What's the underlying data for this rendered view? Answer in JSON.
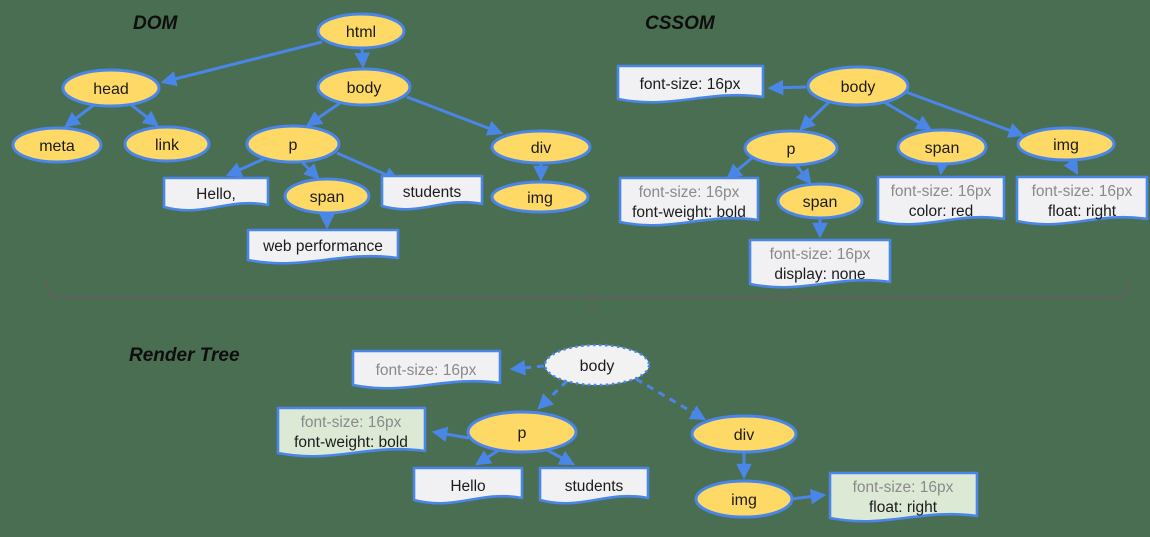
{
  "colors": {
    "background": "#4A6E52",
    "node_fill": "#FFD966",
    "node_stroke": "#4A86E8",
    "arrow": "#4A86E8",
    "box_fill": "#F1F1F3",
    "green_box_fill": "#DCEAD5",
    "render_body_fill": "#F2F2F2",
    "gray_text": "#8A8A8A",
    "black_text": "#1B1B1B",
    "bracket": "#5F5F5F"
  },
  "dom": {
    "title": "DOM",
    "nodes": {
      "html": "html",
      "head": "head",
      "body": "body",
      "meta": "meta",
      "link": "link",
      "p": "p",
      "span": "span",
      "div": "div",
      "img": "img"
    },
    "text_nodes": {
      "hello": "Hello,",
      "students": "students",
      "web_performance": "web performance"
    }
  },
  "cssom": {
    "title": "CSSOM",
    "nodes": {
      "body": "body",
      "p": "p",
      "span_in_p": "span",
      "span": "span",
      "img": "img"
    },
    "rules": {
      "body": [
        "font-size: 16px"
      ],
      "p": [
        "font-size: 16px",
        "font-weight: bold"
      ],
      "span_in_p": [
        "font-size: 16px",
        "display: none"
      ],
      "span": [
        "font-size: 16px",
        "color: red"
      ],
      "img": [
        "font-size: 16px",
        "float: right"
      ]
    }
  },
  "render": {
    "title": "Render Tree",
    "nodes": {
      "body": "body",
      "p": "p",
      "div": "div",
      "img": "img"
    },
    "text_nodes": {
      "hello": "Hello",
      "students": "students"
    },
    "rules": {
      "body": [
        "font-size: 16px"
      ],
      "p": [
        "font-size: 16px",
        "font-weight: bold"
      ],
      "img": [
        "font-size: 16px",
        "float: right"
      ]
    }
  }
}
